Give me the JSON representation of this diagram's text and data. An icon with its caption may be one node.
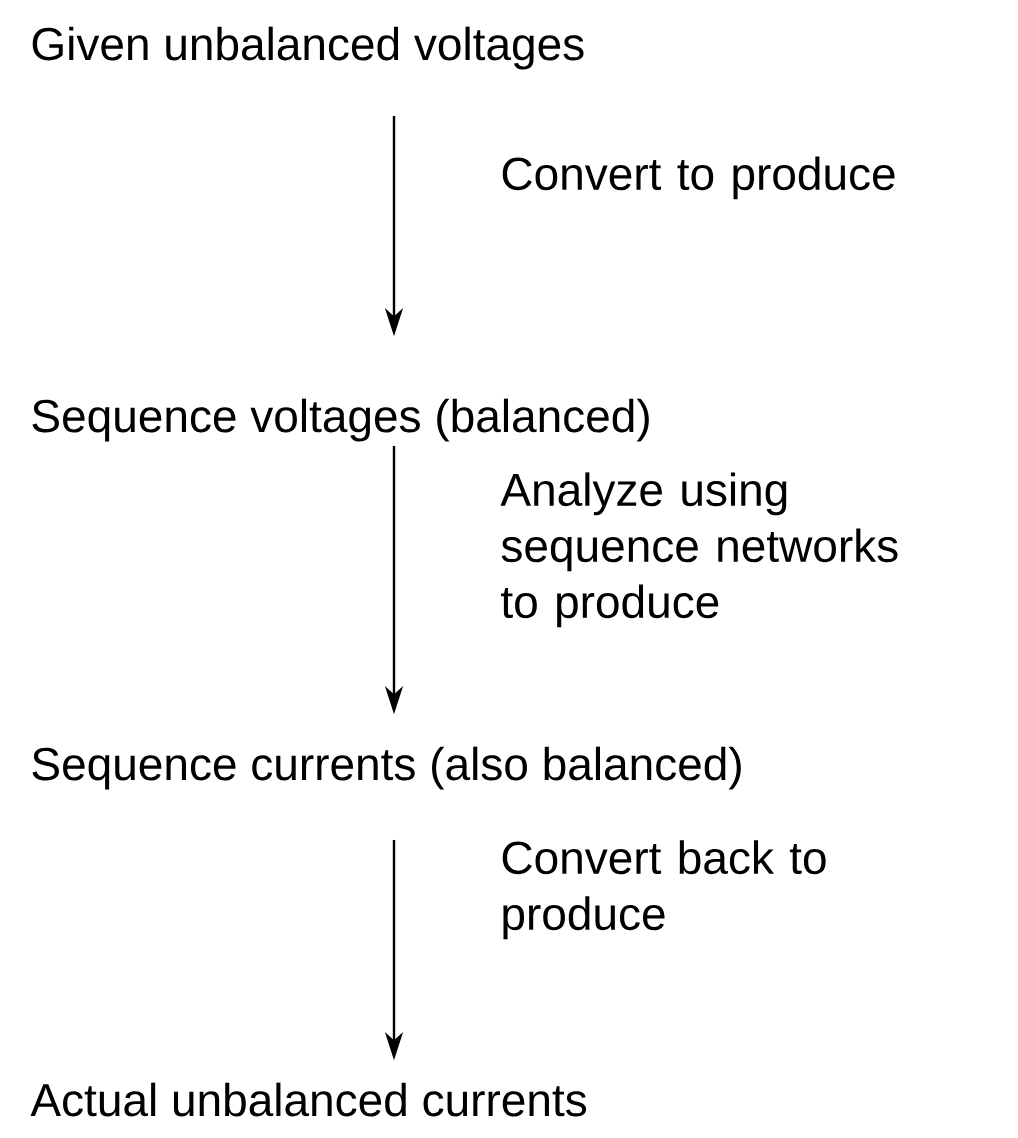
{
  "diagram": {
    "nodes": [
      {
        "text": [
          "Given unbalanced voltages"
        ]
      },
      {
        "text": [
          "Sequence voltages (balanced)"
        ]
      },
      {
        "text": [
          "Sequence currents (also balanced)"
        ]
      },
      {
        "text": [
          "Actual unbalanced currents"
        ]
      }
    ],
    "edges": [
      {
        "from": 0,
        "to": 1,
        "arrow": "to",
        "label": "Convert to produce"
      },
      {
        "from": 1,
        "to": 2,
        "arrow": "to",
        "label": "Analyze using sequence networks to produce"
      },
      {
        "from": 2,
        "to": 3,
        "arrow": "to",
        "label": "Convert back to produce"
      }
    ]
  }
}
